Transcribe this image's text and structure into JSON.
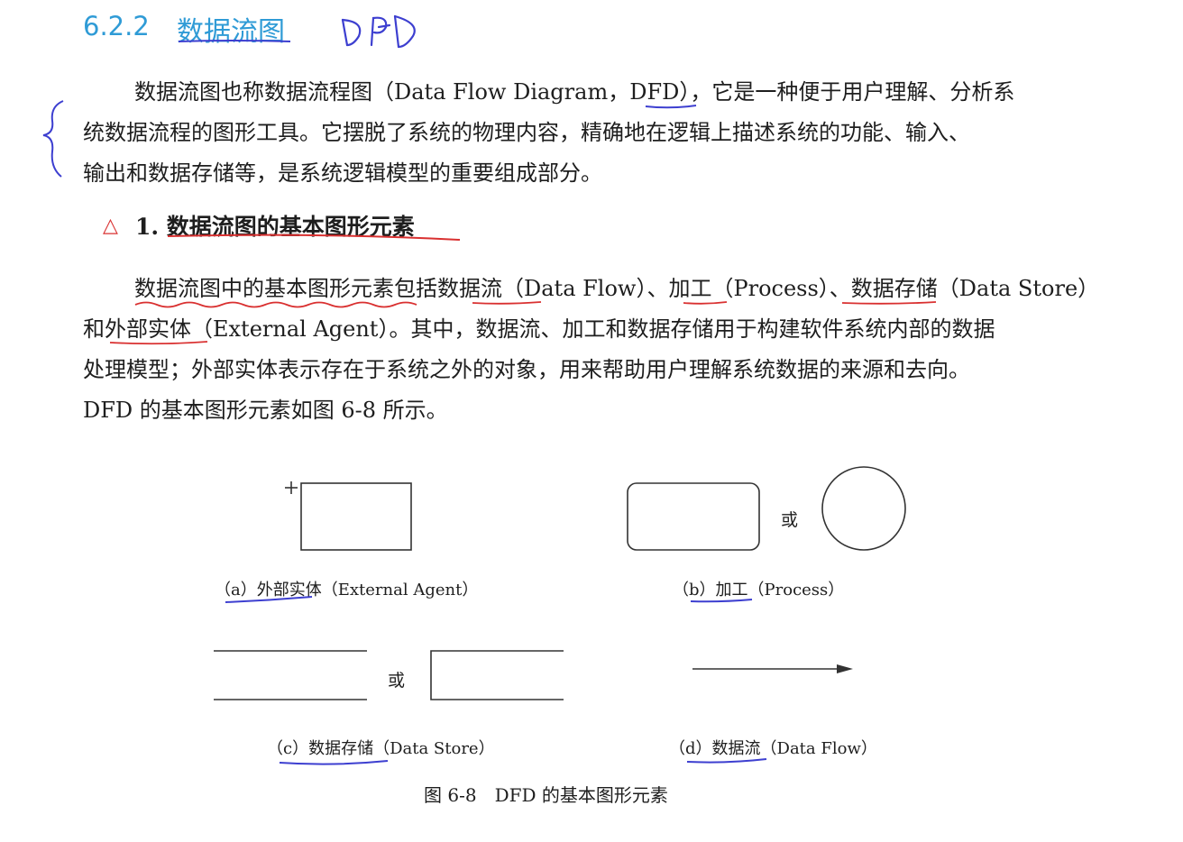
{
  "section": {
    "number": "6.2.2",
    "title": "数据流图",
    "handwritten_note": "DFD"
  },
  "paragraph1": [
    "数据流图也称数据流程图（Data Flow Diagram，DFD），它是一种便于用户理解、分析系",
    "统数据流程的图形工具。它摆脱了系统的物理内容，精确地在逻辑上描述系统的功能、输入、",
    "输出和数据存储等，是系统逻辑模型的重要组成部分。"
  ],
  "subsection": {
    "marker": "△",
    "title": "1. 数据流图的基本图形元素"
  },
  "paragraph2": [
    "数据流图中的基本图形元素包括数据流（Data Flow）、加工（Process）、数据存储（Data Store）",
    "和外部实体（External Agent）。其中，数据流、加工和数据存储用于构建软件系统内部的数据",
    "处理模型；外部实体表示存在于系统之外的对象，用来帮助用户理解系统数据的来源和去向。",
    "DFD 的基本图形元素如图 6-8 所示。"
  ],
  "figure": {
    "or_label": "或",
    "captions": {
      "a": "（a）外部实体（External Agent）",
      "b": "（b）加工（Process）",
      "c": "（c）数据存储（Data Store）",
      "d": "（d）数据流（Data Flow）"
    },
    "caption": "图 6-8　DFD 的基本图形元素"
  },
  "colors": {
    "heading": "#2f9bd6",
    "pen_blue": "#3d3fd0",
    "pen_red": "#d93030"
  }
}
